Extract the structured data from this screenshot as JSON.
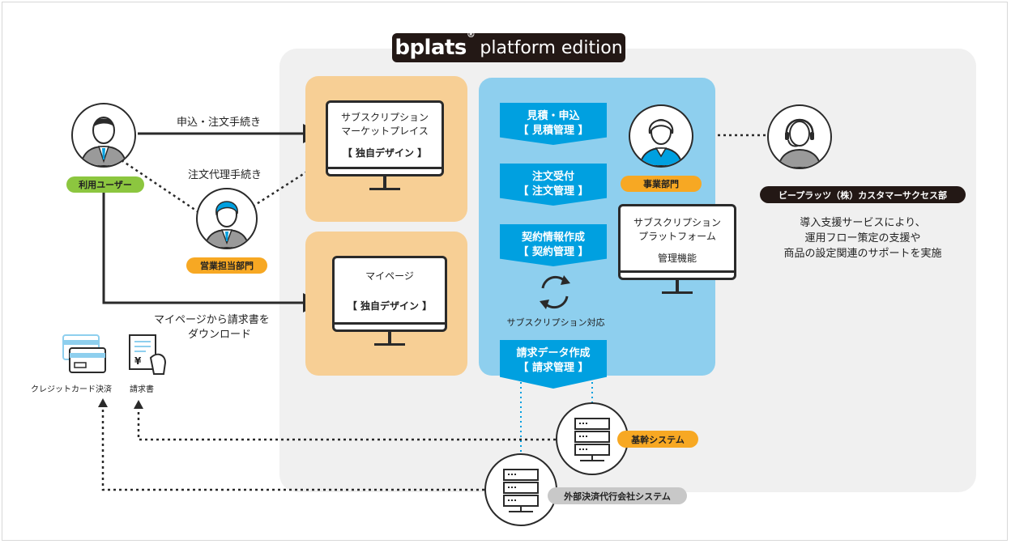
{
  "logo": {
    "brand": "bplats",
    "reg": "®",
    "edition": "platform edition"
  },
  "users": {
    "user_label": "利用ユーザー",
    "sales_label": "営業担当部門",
    "business_label": "事業部門",
    "cs_label": "ビープラッツ（株）カスタマーサクセス部"
  },
  "flows": {
    "apply": "申込・注文手続き",
    "proxy": "注文代理手続き",
    "mypage_line1": "マイページから請求書を",
    "mypage_line2": "ダウンロード"
  },
  "monitors": {
    "marketplace_line1": "サブスクリプション",
    "marketplace_line2": "マーケットプレイス",
    "marketplace_line3": "【 独自デザイン 】",
    "mypage_line1": "マイページ",
    "mypage_line2": "【 独自デザイン 】",
    "platform_line1": "サブスクリプション",
    "platform_line2": "プラットフォーム",
    "platform_line3": "管理機能"
  },
  "steps": [
    {
      "line1": "見積・申込",
      "line2": "【 見積管理 】"
    },
    {
      "line1": "注文受付",
      "line2": "【 注文管理 】"
    },
    {
      "line1": "契約情報作成",
      "line2": "【 契約管理 】"
    },
    {
      "line1": "請求データ作成",
      "line2": "【 請求管理 】"
    }
  ],
  "cycle_label": "サブスクリプション対応",
  "cs_description": [
    "導入支援サービスにより、",
    "運用フロー策定の支援や",
    "商品の設定関連のサポートを実施"
  ],
  "systems": {
    "core": "基幹システム",
    "external": "外部決済代行会社システム"
  },
  "payments": {
    "credit_card": "クレジットカード決済",
    "invoice": "請求書",
    "yen": "¥"
  },
  "colors": {
    "orange_panel": "#f7cf95",
    "blue_panel": "#8ecfee",
    "step_blue": "#00a0e0",
    "user_green": "#8cc63f",
    "label_orange": "#f7a823",
    "gray_bg": "#f0f0f0",
    "dark": "#231815"
  }
}
